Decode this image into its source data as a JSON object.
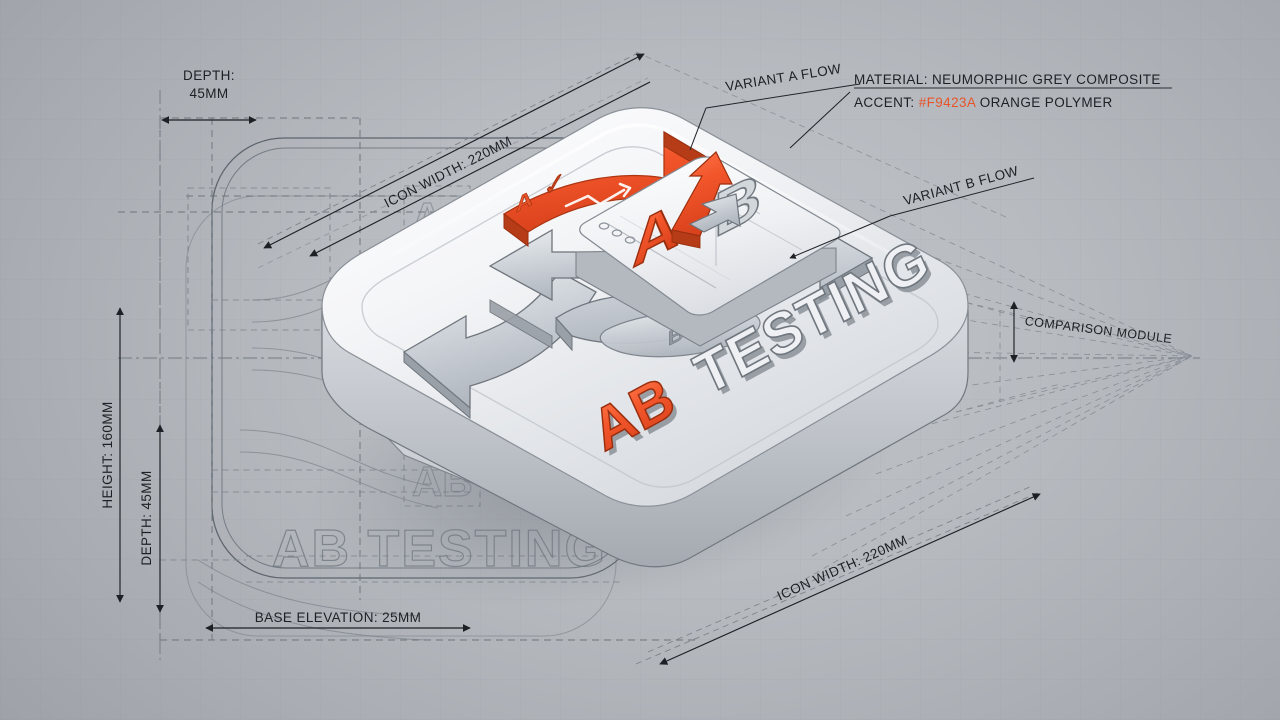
{
  "meta": {
    "subject": "AB Testing app icon technical blueprint",
    "background_color": "#b5b9be",
    "accent_color": "#F9423A",
    "accent_render_color": "#e8542a",
    "line_color": "#1d2024"
  },
  "specs": {
    "material_label": "MATERIAL: NEUMORPHIC GREY COMPOSITE",
    "accent_prefix": "ACCENT: ",
    "accent_hex": "#F9423A",
    "accent_suffix": " ORANGE POLYMER"
  },
  "dimensions": {
    "depth_top": "DEPTH:\n45MM",
    "depth_top_line1": "DEPTH:",
    "depth_top_line2": "45MM",
    "height_left": "HEIGHT: 160MM",
    "depth_left": "DEPTH: 45MM",
    "base_elevation": "BASE ELEVATION: 25MM",
    "icon_width_top": "ICON WIDTH: 220MM",
    "icon_width_bottom": "ICON WIDTH: 220MM"
  },
  "callouts": {
    "variant_a": "VARIANT A FLOW",
    "variant_b": "VARIANT B FLOW",
    "comparison": "COMPARISON MODULE"
  },
  "icon": {
    "wordmark_accent": "AB",
    "wordmark_grey": "TESTING",
    "ghost_wordmark": "AB TESTING",
    "ghost_mark_top": "A",
    "ghost_mark_mid": "AB",
    "variant_a_letter": "A",
    "variant_a_check": "✓",
    "variant_b_letter": "B",
    "variant_b_cross": "✗",
    "compare_a": "A",
    "compare_b": "B"
  }
}
